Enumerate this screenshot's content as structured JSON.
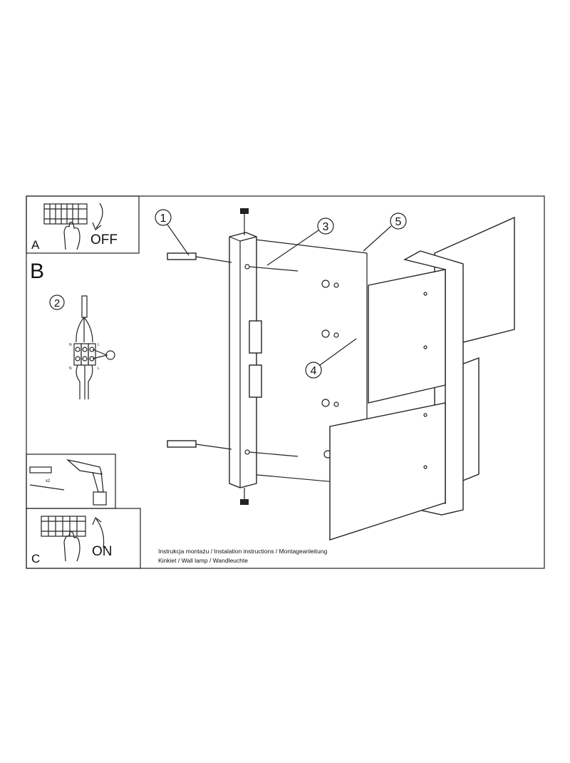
{
  "steps": {
    "a": {
      "letter": "A",
      "switch_label": "OFF"
    },
    "b": {
      "letter": "B",
      "wiring_callout": "2",
      "terminal_labels": [
        "N",
        "L",
        "N",
        "L"
      ]
    },
    "tools": {
      "quantity": "x2"
    },
    "c": {
      "letter": "C",
      "switch_label": "ON"
    }
  },
  "callouts": [
    "1",
    "3",
    "5",
    "4"
  ],
  "caption": {
    "line1": "Instrukcja montażu / Instalation instructions / Montageanleitung",
    "line2": "Kinkiet / Wall lamp / Wandleuchte"
  },
  "icons": [
    "breaker-switch-icon",
    "hand-icon",
    "arrow-icon",
    "earth-ground-icon",
    "wall-plug-icon",
    "screw-icon",
    "drill-icon"
  ]
}
